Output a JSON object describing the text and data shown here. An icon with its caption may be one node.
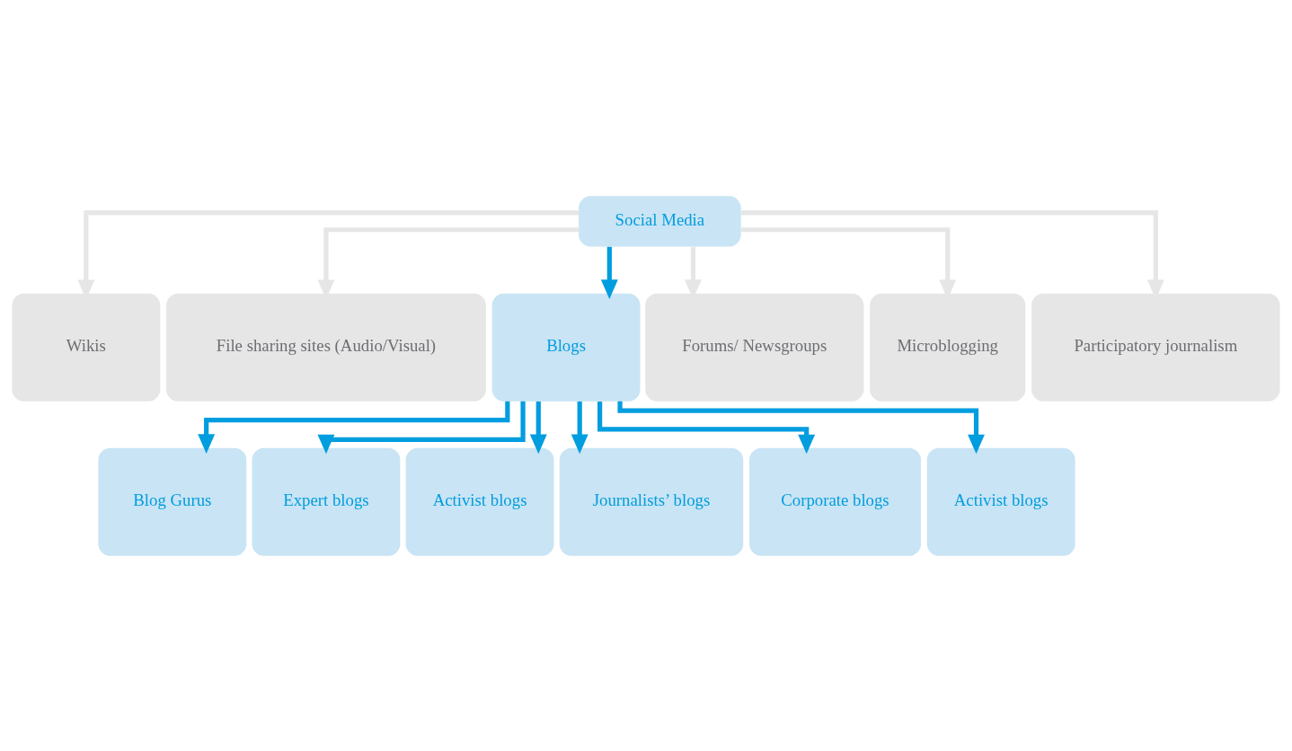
{
  "diagram": {
    "nodes": [
      {
        "text": [
          "Social Media"
        ]
      },
      {
        "text": [
          "Wikis"
        ]
      },
      {
        "text": [
          "File sharing sites (Audio/Visual)"
        ]
      },
      {
        "text": [
          "Blogs"
        ]
      },
      {
        "text": [
          "Forums/ Newsgroups"
        ]
      },
      {
        "text": [
          "Microblogging"
        ]
      },
      {
        "text": [
          "Participatory journalism"
        ]
      },
      {
        "text": [
          "Blog Gurus"
        ]
      },
      {
        "text": [
          "Expert blogs"
        ]
      },
      {
        "text": [
          "Activist blogs"
        ]
      },
      {
        "text": [
          "Journalists’ blogs"
        ]
      },
      {
        "text": [
          "Corporate blogs"
        ]
      },
      {
        "text": [
          "Activist blogs"
        ]
      }
    ],
    "edges": [
      {
        "from": 0,
        "to": 1,
        "arrow": "to",
        "color": "#e6e6e6"
      },
      {
        "from": 0,
        "to": 2,
        "arrow": "to",
        "color": "#e6e6e6"
      },
      {
        "from": 0,
        "to": 3,
        "arrow": "to"
      },
      {
        "from": 0,
        "to": 4,
        "arrow": "to",
        "color": "#e6e6e6"
      },
      {
        "from": 0,
        "to": 5,
        "arrow": "to",
        "color": "#e6e6e6"
      },
      {
        "from": 0,
        "to": 6,
        "arrow": "to",
        "color": "#e6e6e6"
      },
      {
        "from": 3,
        "to": 7,
        "arrow": "to"
      },
      {
        "from": 3,
        "to": 8,
        "arrow": "to"
      },
      {
        "from": 3,
        "to": 9,
        "arrow": "to"
      },
      {
        "from": 3,
        "to": 10,
        "arrow": "to"
      },
      {
        "from": 3,
        "to": 11,
        "arrow": "to"
      },
      {
        "from": 3,
        "to": 12,
        "arrow": "to"
      }
    ]
  }
}
